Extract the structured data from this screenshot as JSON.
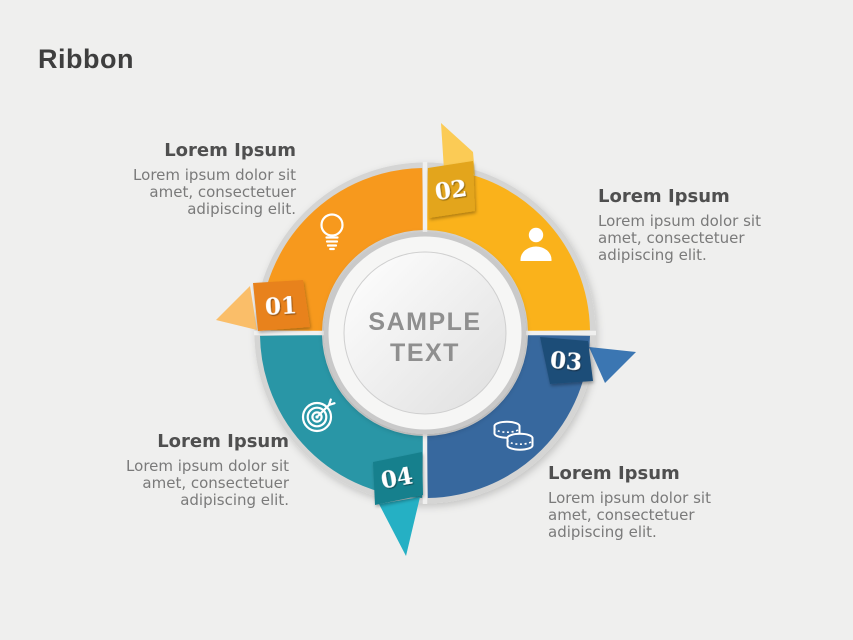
{
  "slide": {
    "title": "Ribbon",
    "background_color": "#EFEFEE"
  },
  "center_circle": {
    "line1": "SAMPLE",
    "line2": "TEXT",
    "text_color": "#8F8F8F"
  },
  "colors": {
    "ring_base": "#D5D5D4",
    "gap": "#F0F0EF",
    "segment_01": "#F7991D",
    "segment_02": "#FAB21B",
    "segment_03": "#37689E",
    "segment_04": "#2996A6",
    "badge_01": "#E8821C",
    "badge_02": "#E3A51A",
    "badge_03": "#1F4E78",
    "badge_04": "#17808D",
    "tail_01": "#FABE69",
    "tail_02": "#FBCB55",
    "tail_03": "#3B76B2",
    "tail_04": "#25B0C4",
    "title_text": "#3E3E3E",
    "heading_text": "#4F4F4F",
    "body_text": "#7A7A7A"
  },
  "steps": [
    {
      "number": "01",
      "icon": "lightbulb-icon",
      "heading": "Lorem Ipsum",
      "body_lines": [
        "Lorem ipsum dolor sit",
        "amet, consectetuer",
        "adipiscing elit."
      ]
    },
    {
      "number": "02",
      "icon": "person-icon",
      "heading": "Lorem Ipsum",
      "body_lines": [
        "Lorem ipsum dolor sit",
        "amet, consectetuer",
        "adipiscing elit."
      ]
    },
    {
      "number": "03",
      "icon": "coins-icon",
      "heading": "Lorem Ipsum",
      "body_lines": [
        "Lorem ipsum dolor sit",
        "amet, consectetuer",
        "adipiscing elit."
      ]
    },
    {
      "number": "04",
      "icon": "target-icon",
      "heading": "Lorem Ipsum",
      "body_lines": [
        "Lorem ipsum dolor sit",
        "amet, consectetuer",
        "adipiscing elit."
      ]
    }
  ]
}
